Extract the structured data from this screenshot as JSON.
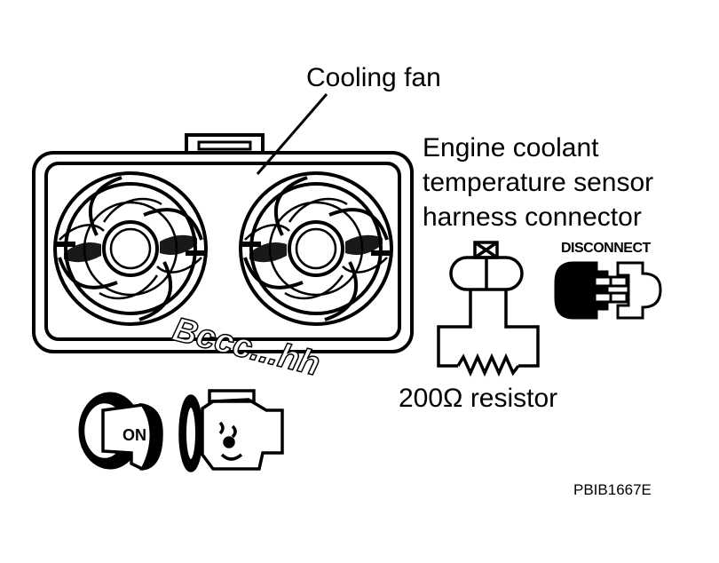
{
  "labels": {
    "cooling_fan": "Cooling fan",
    "sensor_line1": "Engine coolant",
    "sensor_line2": "temperature sensor",
    "sensor_line3": "harness connector",
    "disconnect": "DISCONNECT",
    "resistor": "200Ω resistor",
    "sound": "Bccc...hh",
    "ignition": "ON",
    "figure_id": "PBIB1667E"
  },
  "icons": [
    "fan-housing",
    "fan-left",
    "fan-right",
    "connector-icon",
    "resistor-icon",
    "disconnect-icon",
    "ignition-key-icon",
    "engine-icon"
  ],
  "colors": {
    "ink": "#000000",
    "paper": "#ffffff"
  }
}
